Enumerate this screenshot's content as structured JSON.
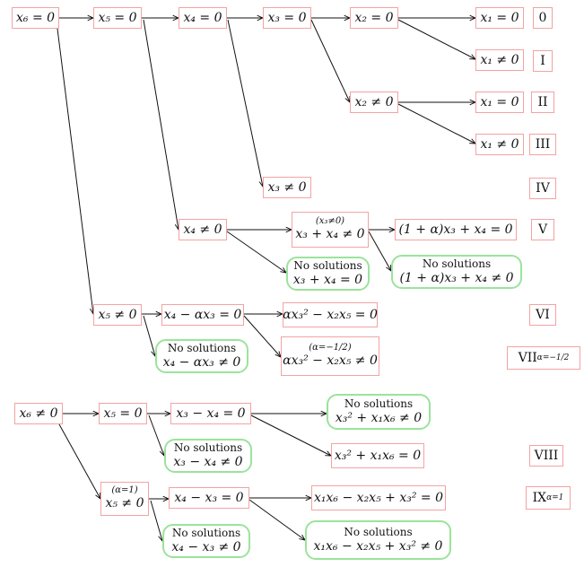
{
  "nodes": {
    "n1": {
      "expr": "x₆ = 0"
    },
    "n2": {
      "expr": "x₅ = 0"
    },
    "n3": {
      "expr": "x₄ = 0"
    },
    "n4": {
      "expr": "x₃ = 0"
    },
    "n5": {
      "expr": "x₂ = 0"
    },
    "n6": {
      "expr": "x₁ = 0"
    },
    "n7": {
      "expr": "x₁ ≠ 0"
    },
    "n8": {
      "expr": "x₂ ≠ 0"
    },
    "n9": {
      "expr": "x₁ = 0"
    },
    "n10": {
      "expr": "x₁ ≠ 0"
    },
    "n11": {
      "expr": "x₃ ≠ 0"
    },
    "n12": {
      "expr": "x₄ ≠ 0"
    },
    "n13": {
      "note": "(x₃≠0)",
      "expr": "x₃ + x₄ ≠ 0"
    },
    "n14": {
      "expr": "(1 + α)x₃ + x₄ = 0"
    },
    "n15": {
      "title": "No solutions",
      "expr": "x₃ + x₄ = 0"
    },
    "n16": {
      "title": "No solutions",
      "expr": "(1 + α)x₃ + x₄ ≠ 0"
    },
    "n17": {
      "expr": "x₅ ≠ 0"
    },
    "n18": {
      "expr": "x₄ − αx₃ = 0"
    },
    "n19": {
      "expr": "αx₃² − x₂x₅ = 0"
    },
    "n20": {
      "title": "No solutions",
      "expr": "x₄ − αx₃ ≠ 0"
    },
    "n21": {
      "note": "(α=−1/2)",
      "expr": "αx₃² − x₂x₅ ≠ 0"
    },
    "n22": {
      "expr": "x₆ ≠ 0"
    },
    "n23": {
      "expr": "x₅ = 0"
    },
    "n24": {
      "expr": "x₃ − x₄ = 0"
    },
    "n25": {
      "title": "No solutions",
      "expr": "x₃² + x₁x₆ ≠ 0"
    },
    "n26": {
      "title": "No solutions",
      "expr": "x₃ − x₄ ≠ 0"
    },
    "n27": {
      "expr": "x₃² + x₁x₆ = 0"
    },
    "n28": {
      "note": "(α=1)",
      "expr": "x₅ ≠ 0"
    },
    "n29": {
      "expr": "x₄ − x₃ = 0"
    },
    "n30": {
      "expr": "x₁x₆ − x₂x₅ + x₃² = 0"
    },
    "n31": {
      "title": "No solutions",
      "expr": "x₄ − x₃ ≠ 0"
    },
    "n32": {
      "title": "No solutions",
      "expr": "x₁x₆ − x₂x₅ + x₃² ≠ 0"
    }
  },
  "labels": {
    "l0": {
      "text": "0"
    },
    "l1": {
      "text": "I"
    },
    "l2": {
      "text": "II"
    },
    "l3": {
      "text": "III"
    },
    "l4": {
      "text": "IV"
    },
    "l5": {
      "text": "V"
    },
    "l6": {
      "text": "VI"
    },
    "l7": {
      "text": "VII",
      "sup": "α=−1/2"
    },
    "l8": {
      "text": "VIII"
    },
    "l9": {
      "text": "IX",
      "sub": "α=1"
    }
  },
  "colors": {
    "case_border": "#f3a3a3",
    "no_solution_border": "#9be39b",
    "arrow": "#111111"
  }
}
